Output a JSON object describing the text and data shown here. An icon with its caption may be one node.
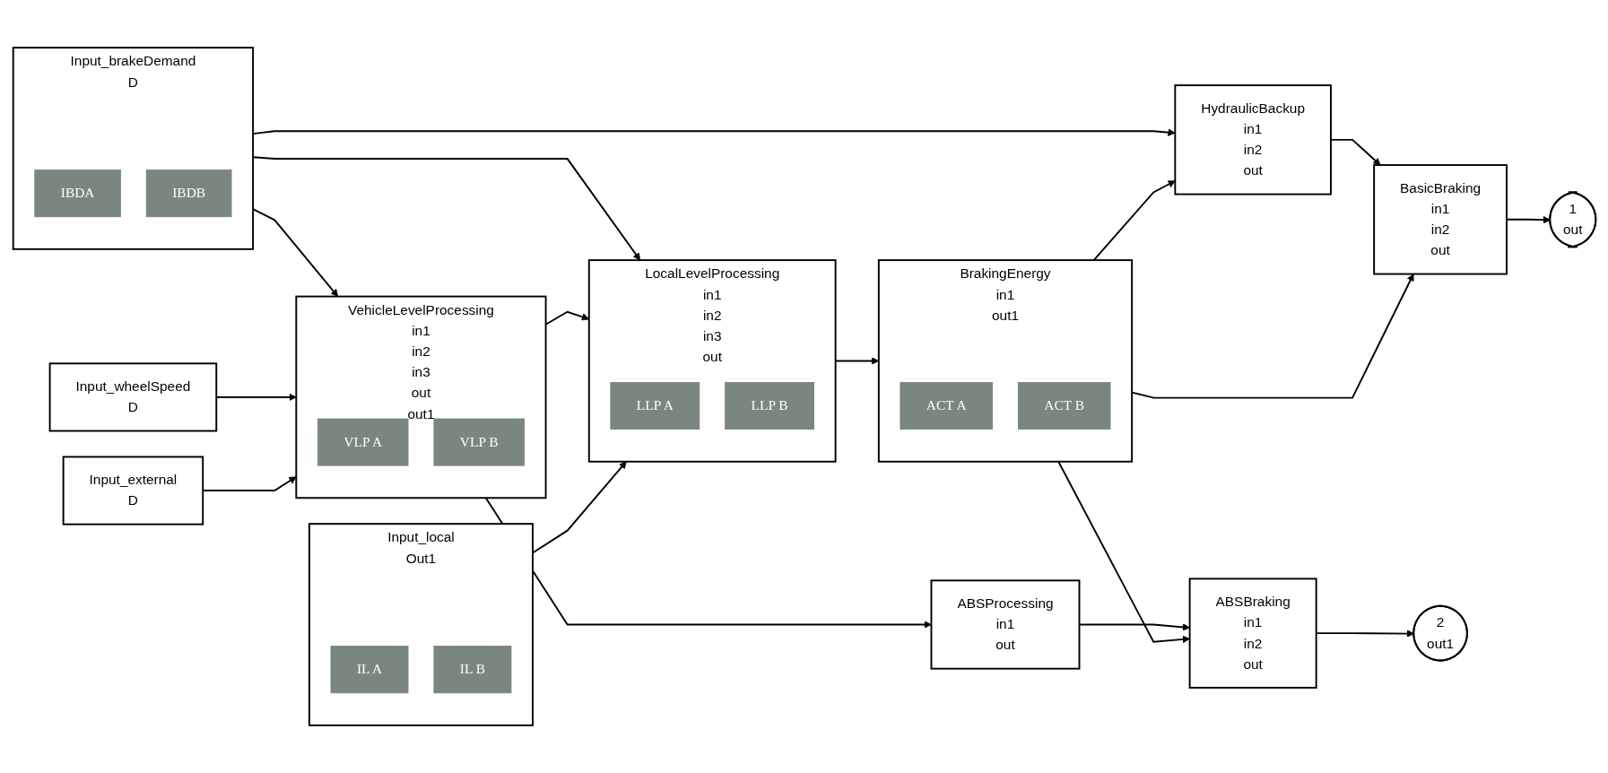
{
  "diagram": {
    "nodes": [
      {
        "text": [
          "Input_brakeDemand",
          "D"
        ]
      },
      {
        "text": [
          "IBDA"
        ],
        "in": 0
      },
      {
        "text": [
          "IBDB"
        ],
        "in": 0
      },
      {
        "text": [
          "Input_wheelSpeed",
          "D"
        ]
      },
      {
        "text": [
          "Input_external",
          "D"
        ]
      },
      {
        "text": [
          "Input_local",
          "Out1"
        ]
      },
      {
        "text": [
          "IL A"
        ],
        "in": 5
      },
      {
        "text": [
          "IL B"
        ],
        "in": 5
      },
      {
        "text": [
          "VehicleLevelProcessing",
          "in1",
          "in2",
          "in3",
          "out",
          "out1"
        ]
      },
      {
        "text": [
          "VLP A"
        ],
        "in": 8
      },
      {
        "text": [
          "VLP B"
        ],
        "in": 8
      },
      {
        "text": [
          "LocalLevelProcessing",
          "in1",
          "in2",
          "in3",
          "out"
        ]
      },
      {
        "text": [
          "LLP A"
        ],
        "in": 11
      },
      {
        "text": [
          "LLP B"
        ],
        "in": 11
      },
      {
        "text": [
          "ABSProcessing",
          "in1",
          "out"
        ]
      },
      {
        "text": [
          "BrakingEnergy",
          "in1",
          "out1"
        ]
      },
      {
        "text": [
          "ACT A"
        ],
        "in": 15
      },
      {
        "text": [
          "ACT B"
        ],
        "in": 15
      },
      {
        "text": [
          "HydraulicBackup",
          "in1",
          "in2",
          "out"
        ]
      },
      {
        "text": [
          "BasicBraking",
          "in1",
          "in2",
          "out"
        ]
      },
      {
        "text": [
          "ABSBraking",
          "in1",
          "in2",
          "out"
        ]
      },
      {
        "text": [
          "1",
          "out"
        ]
      },
      {
        "text": [
          "2",
          "out1"
        ]
      }
    ],
    "edges": [
      {
        "from": 0,
        "to": 8,
        "arrow": "to"
      },
      {
        "from": 0,
        "to": 11,
        "arrow": "to"
      },
      {
        "from": 0,
        "to": 18,
        "arrow": "to"
      },
      {
        "from": 3,
        "to": 8,
        "arrow": "to"
      },
      {
        "from": 4,
        "to": 8,
        "arrow": "to"
      },
      {
        "from": 8,
        "to": 11,
        "arrow": "to"
      },
      {
        "from": 8,
        "to": 14,
        "arrow": "to"
      },
      {
        "from": 5,
        "to": 11,
        "arrow": "to"
      },
      {
        "from": 11,
        "to": 15,
        "arrow": "to"
      },
      {
        "from": 15,
        "to": 19,
        "arrow": "to"
      },
      {
        "from": 15,
        "to": 20,
        "arrow": "to"
      },
      {
        "from": 15,
        "to": 18,
        "arrow": "to"
      },
      {
        "from": 14,
        "to": 20,
        "arrow": "to"
      },
      {
        "from": 18,
        "to": 19,
        "arrow": "to"
      },
      {
        "from": 19,
        "to": 21,
        "arrow": "to"
      },
      {
        "from": 20,
        "to": 22,
        "arrow": "to"
      }
    ]
  }
}
